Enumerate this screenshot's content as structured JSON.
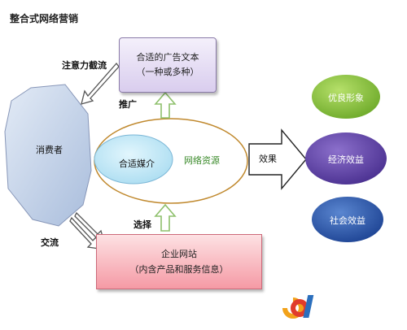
{
  "title": "整合式网络营销",
  "labels": {
    "attention": "注意力截流",
    "promote": "推广",
    "exchange": "交流",
    "select": "选择"
  },
  "nodes": {
    "ad_text": {
      "line1": "合适的广告文本",
      "line2": "（一种或多种）"
    },
    "consumer": "消费者",
    "media": "合适媒介",
    "network_resource": "网络资源",
    "effect": "效果",
    "website": {
      "line1": "企业网站",
      "line2": "（内含产品和服务信息）"
    }
  },
  "benefits": [
    {
      "label": "优良形象",
      "color": "#8cc63e"
    },
    {
      "label": "经济效益",
      "color": "#6a4fb0"
    },
    {
      "label": "社会效益",
      "color": "#2f5fb0"
    }
  ],
  "colors": {
    "consumer": "#c6d4ea",
    "media": "#bfe7f7",
    "arrow_green": "#8ec06c"
  },
  "logo": {
    "text": "col"
  }
}
